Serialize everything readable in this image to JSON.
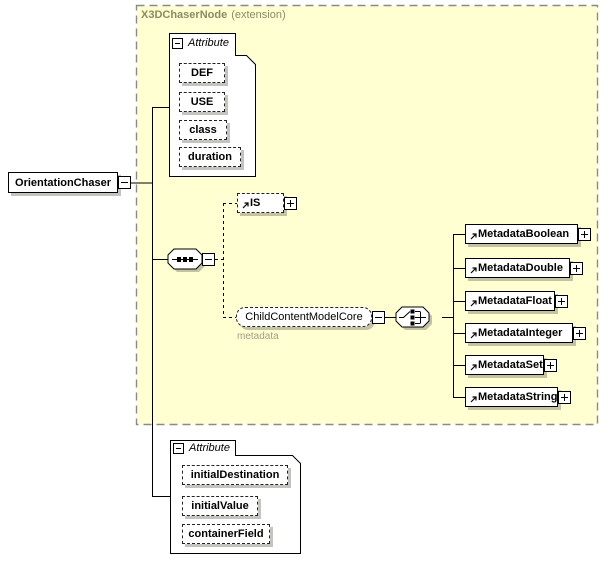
{
  "diagram": {
    "extension_region": {
      "title_name": "X3DChaserNode",
      "title_suffix": "(extension)"
    },
    "root_element": {
      "label": "OrientationChaser"
    },
    "attribute_group_top": {
      "label": "Attribute",
      "items": [
        {
          "label": "DEF"
        },
        {
          "label": "USE"
        },
        {
          "label": "class"
        },
        {
          "label": "duration"
        }
      ]
    },
    "is_reference": {
      "label": "IS"
    },
    "child_content_model": {
      "label": "ChildContentModelCore",
      "caption": "metadata"
    },
    "metadata_elements": [
      {
        "label": "MetadataBoolean"
      },
      {
        "label": "MetadataDouble"
      },
      {
        "label": "MetadataFloat"
      },
      {
        "label": "MetadataInteger"
      },
      {
        "label": "MetadataSet"
      },
      {
        "label": "MetadataString"
      }
    ],
    "attribute_group_bottom": {
      "label": "Attribute",
      "items": [
        {
          "label": "initialDestination"
        },
        {
          "label": "initialValue"
        },
        {
          "label": "containerField"
        }
      ]
    },
    "icons": {
      "collapse": "minus-box",
      "expand": "plus-box",
      "reference": "ne-arrow",
      "sequence": "sequence-indicator",
      "choice": "choice-indicator"
    },
    "colors": {
      "region_fill": "#ffffd2",
      "region_border": "#8a8a8a",
      "title_text": "#8b8b62",
      "caption_text": "#9e9e85",
      "box_border": "#000000",
      "shadow": "rgba(105,105,95,0.4)"
    }
  }
}
